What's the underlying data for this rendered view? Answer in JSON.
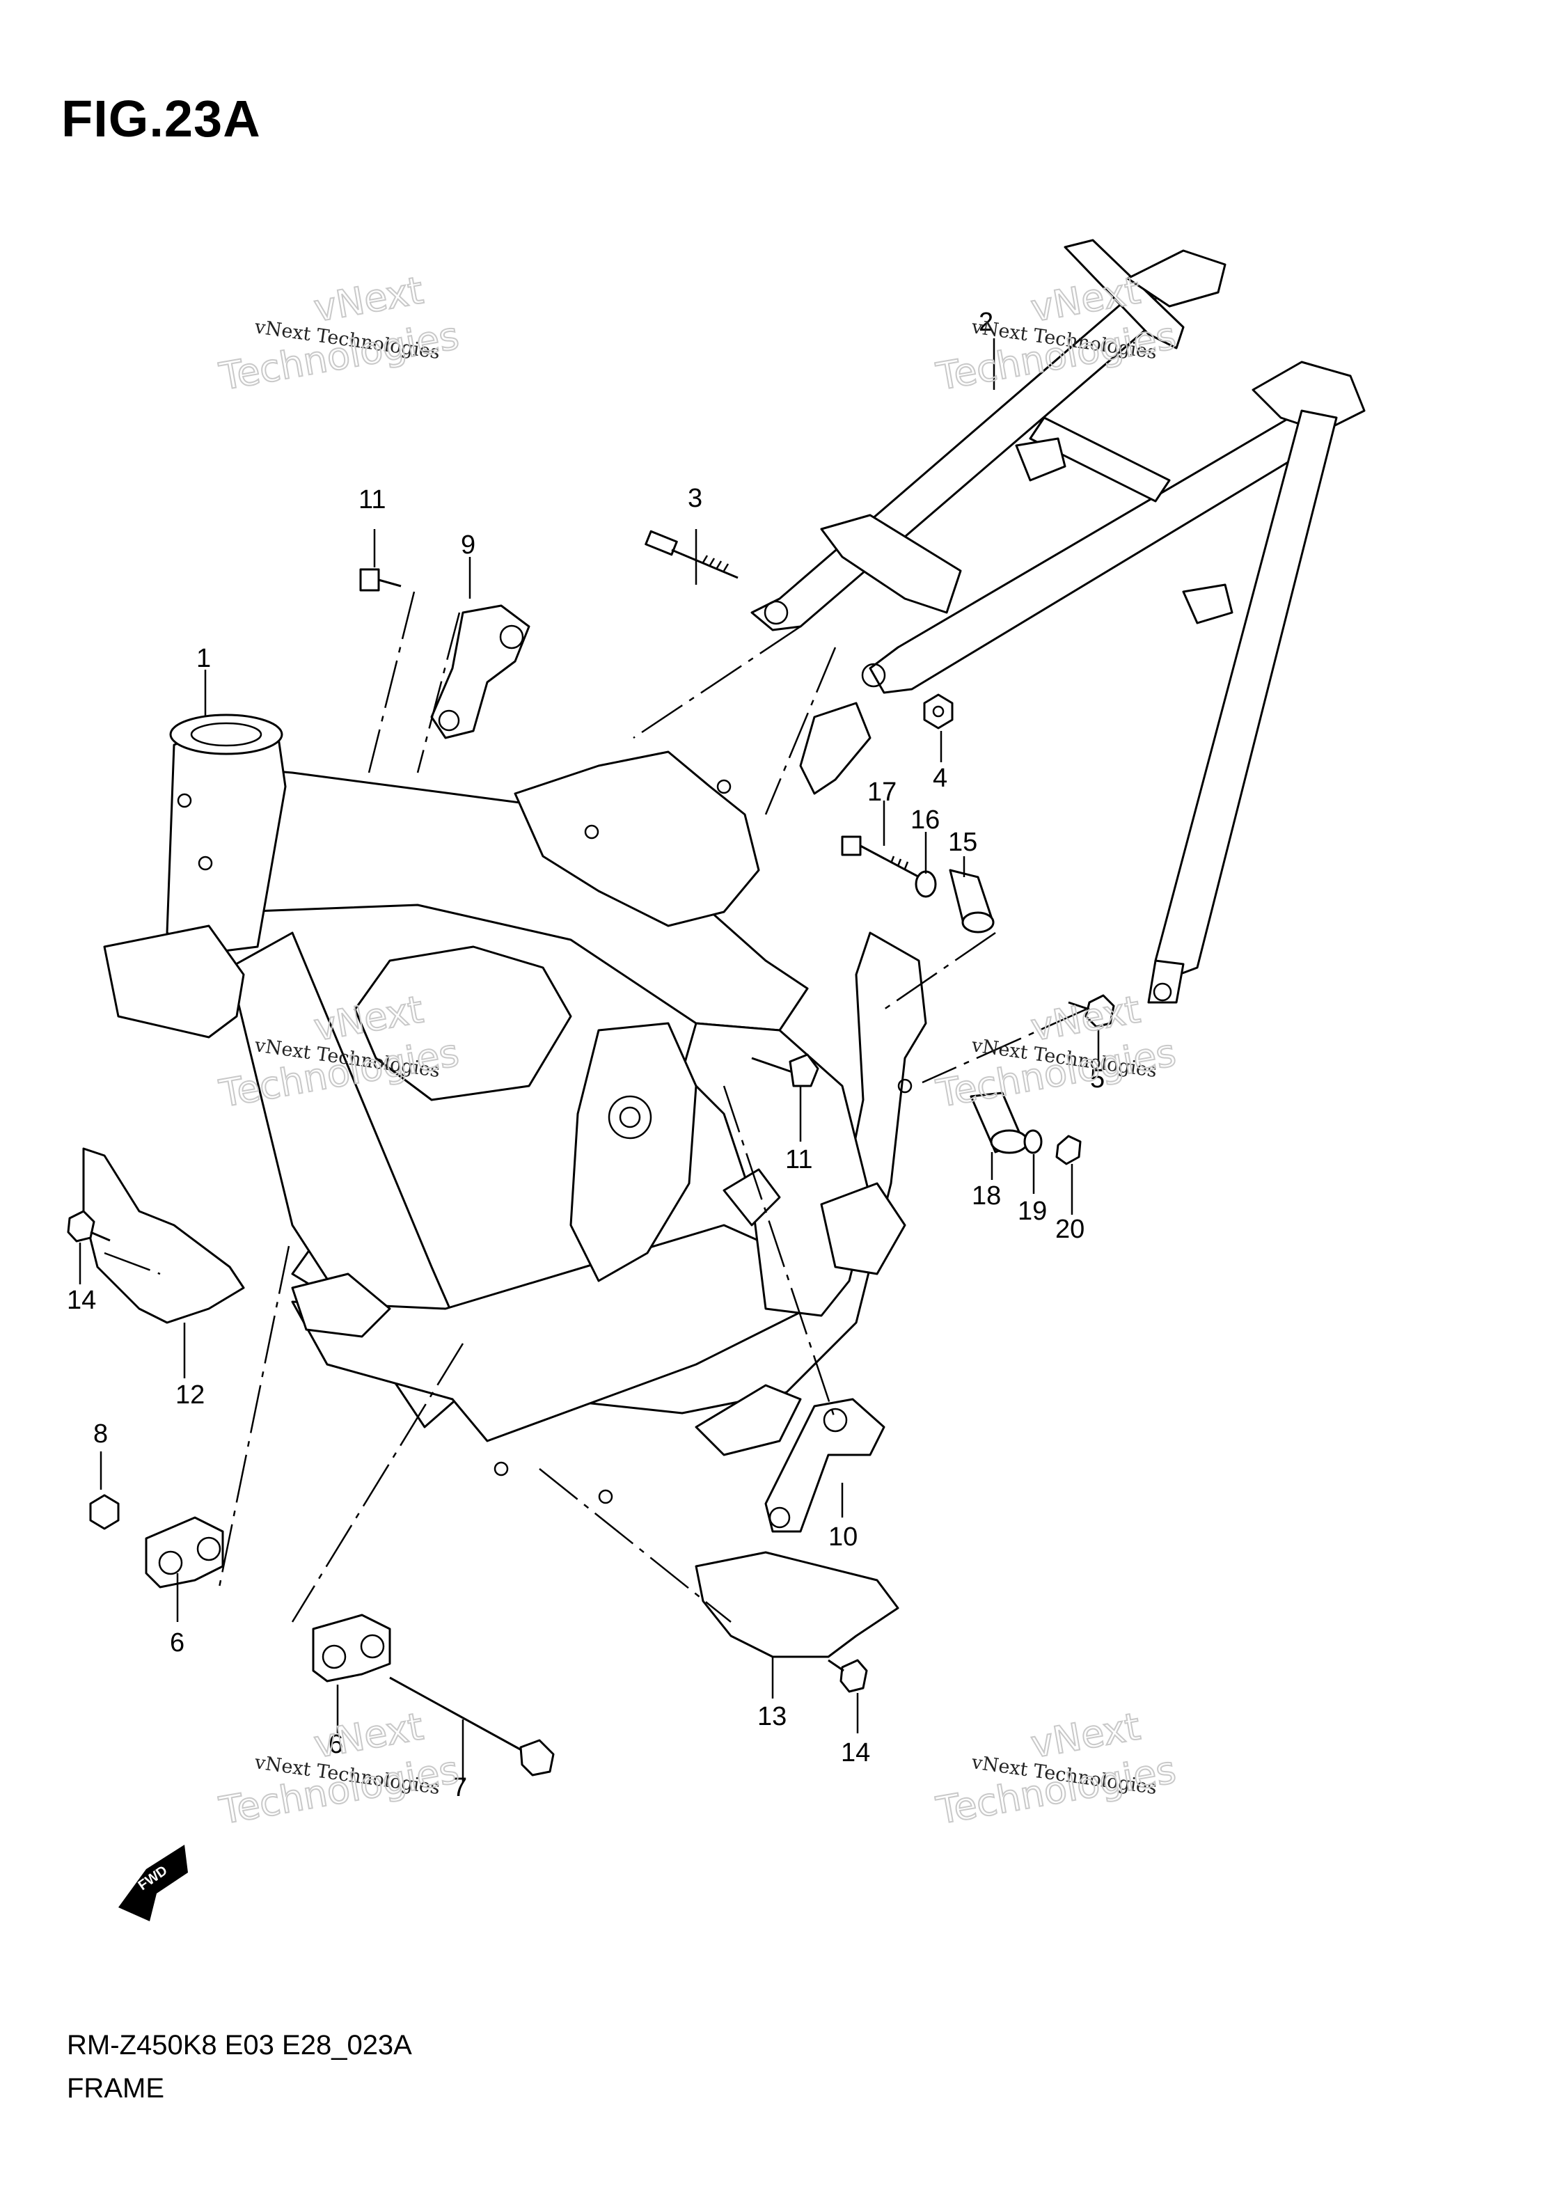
{
  "figure": {
    "title": "FIG.23A",
    "model_code": "RM-Z450K8 E03 E28_023A",
    "section_name": "FRAME",
    "fwd_badge": "FWD"
  },
  "watermarks": [
    {
      "line1": "vNext Technologies",
      "line2": "vNext",
      "line3": "Technologies"
    },
    {
      "line1": "vNext Technologies",
      "line2": "vNext",
      "line3": "Technologies"
    },
    {
      "line1": "vNext Technologies",
      "line2": "vNext",
      "line3": "Technologies"
    },
    {
      "line1": "vNext Technologies",
      "line2": "vNext",
      "line3": "Technologies"
    },
    {
      "line1": "vNext Technologies",
      "line2": "vNext",
      "line3": "Technologies"
    },
    {
      "line1": "vNext Technologies",
      "line2": "vNext",
      "line3": "Technologies"
    }
  ],
  "callouts": [
    "1",
    "2",
    "3",
    "4",
    "5",
    "6",
    "6",
    "7",
    "8",
    "9",
    "10",
    "11",
    "11",
    "12",
    "13",
    "14",
    "14",
    "15",
    "16",
    "17",
    "18",
    "19",
    "20"
  ]
}
